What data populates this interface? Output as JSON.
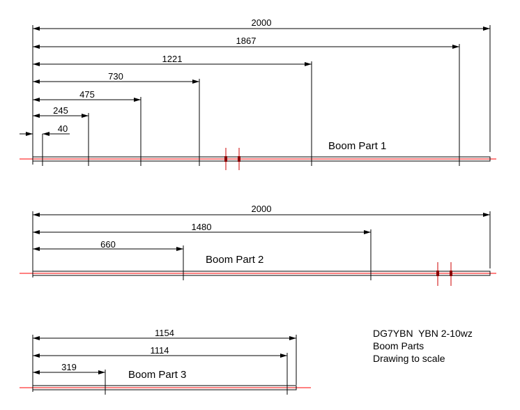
{
  "parts": [
    {
      "label": "Boom Part 1",
      "length": 2000,
      "dims": [
        "2000",
        "1867",
        "1221",
        "730",
        "475",
        "245",
        "40"
      ],
      "marks": [
        40,
        245,
        475,
        730,
        1221,
        1867
      ]
    },
    {
      "label": "Boom Part 2",
      "length": 2000,
      "dims": [
        "2000",
        "1480",
        "660"
      ],
      "marks": [
        660,
        1480
      ]
    },
    {
      "label": "Boom Part 3",
      "length": 1154,
      "dims": [
        "1154",
        "1114",
        "319"
      ],
      "marks": [
        319,
        1114
      ]
    }
  ],
  "notes": [
    "DG7YBN  YBN 2-10wz",
    "Boom Parts",
    "Drawing to scale"
  ],
  "colors": {
    "line": "#000000",
    "center_line": "#ff0000",
    "joint": "#cc0000"
  }
}
